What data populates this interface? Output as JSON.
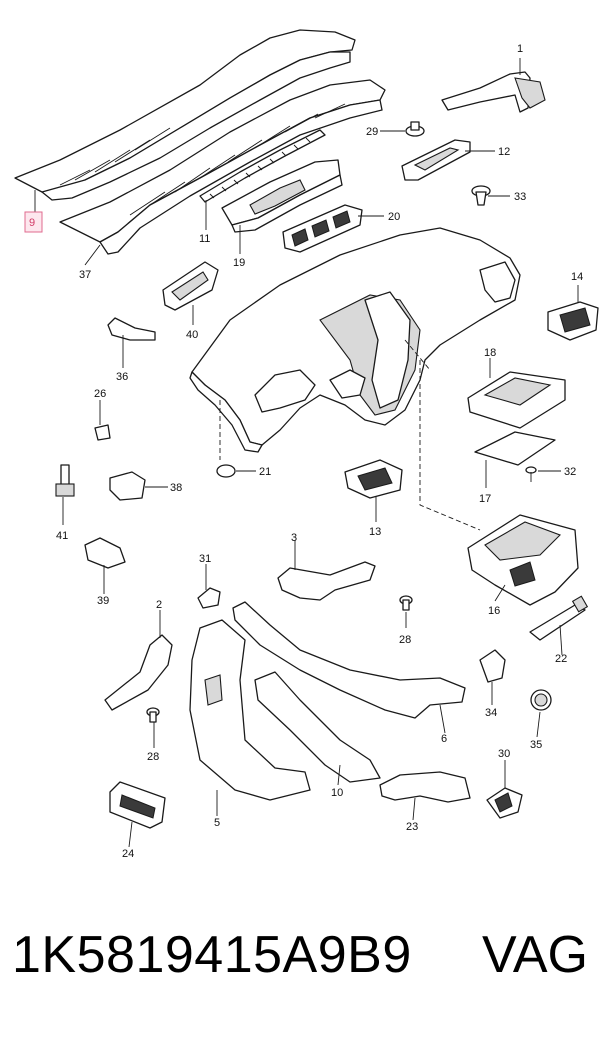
{
  "diagram": {
    "highlighted_part": "9",
    "labels": {
      "p1": "1",
      "p2": "2",
      "p3": "3",
      "p5": "5",
      "p6": "6",
      "p9": "9",
      "p10": "10",
      "p11": "11",
      "p12": "12",
      "p13": "13",
      "p14": "14",
      "p16": "16",
      "p17": "17",
      "p18": "18",
      "p19": "19",
      "p20": "20",
      "p21": "21",
      "p22": "22",
      "p23": "23",
      "p24": "24",
      "p26": "26",
      "p28a": "28",
      "p28b": "28",
      "p29": "29",
      "p30": "30",
      "p31": "31",
      "p32": "32",
      "p33": "33",
      "p34": "34",
      "p35": "35",
      "p36": "36",
      "p37": "37",
      "p38": "38",
      "p39": "39",
      "p40": "40",
      "p41": "41"
    },
    "highlight_color": "#d23a67"
  },
  "footer": {
    "part_number": "1K5819415A9B9",
    "brand": "VAG"
  }
}
